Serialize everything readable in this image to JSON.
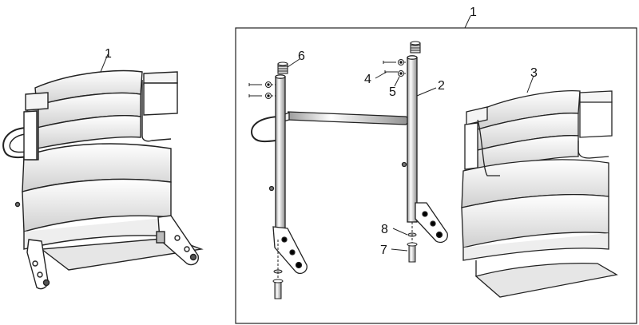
{
  "callouts": {
    "assembly_left": "1",
    "assembly_frame": "1",
    "tube": "2",
    "upholstery": "3",
    "screw": "4",
    "washer": "5",
    "cap": "6",
    "pin": "7",
    "spacer": "8"
  },
  "colors": {
    "line": "#222222",
    "shade": "#d9d9d9",
    "background": "#ffffff"
  }
}
